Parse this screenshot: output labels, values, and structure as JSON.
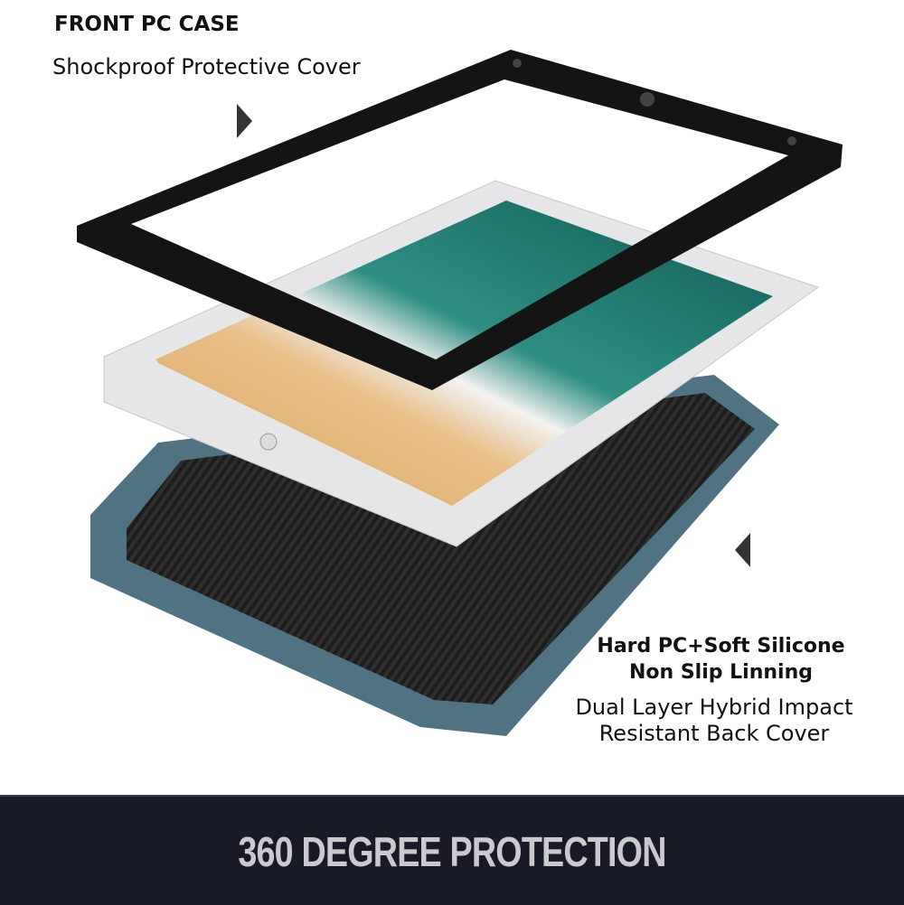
{
  "front": {
    "title": "FRONT PC CASE",
    "subtitle": "Shockproof Protective Cover"
  },
  "back": {
    "line1": "Hard PC+Soft Silicone",
    "line2": "Non Slip Linning",
    "line3": "Dual Layer Hybrid Impact",
    "line4": "Resistant Back Cover"
  },
  "banner": {
    "text": "360 DEGREE PROTECTION"
  },
  "colors": {
    "frame": "#111111",
    "back_case": "#4f7383",
    "banner_bg": "#181b25",
    "banner_text": "#c9cace"
  },
  "icons": [
    "arrow-right-icon",
    "arrow-left-icon"
  ]
}
